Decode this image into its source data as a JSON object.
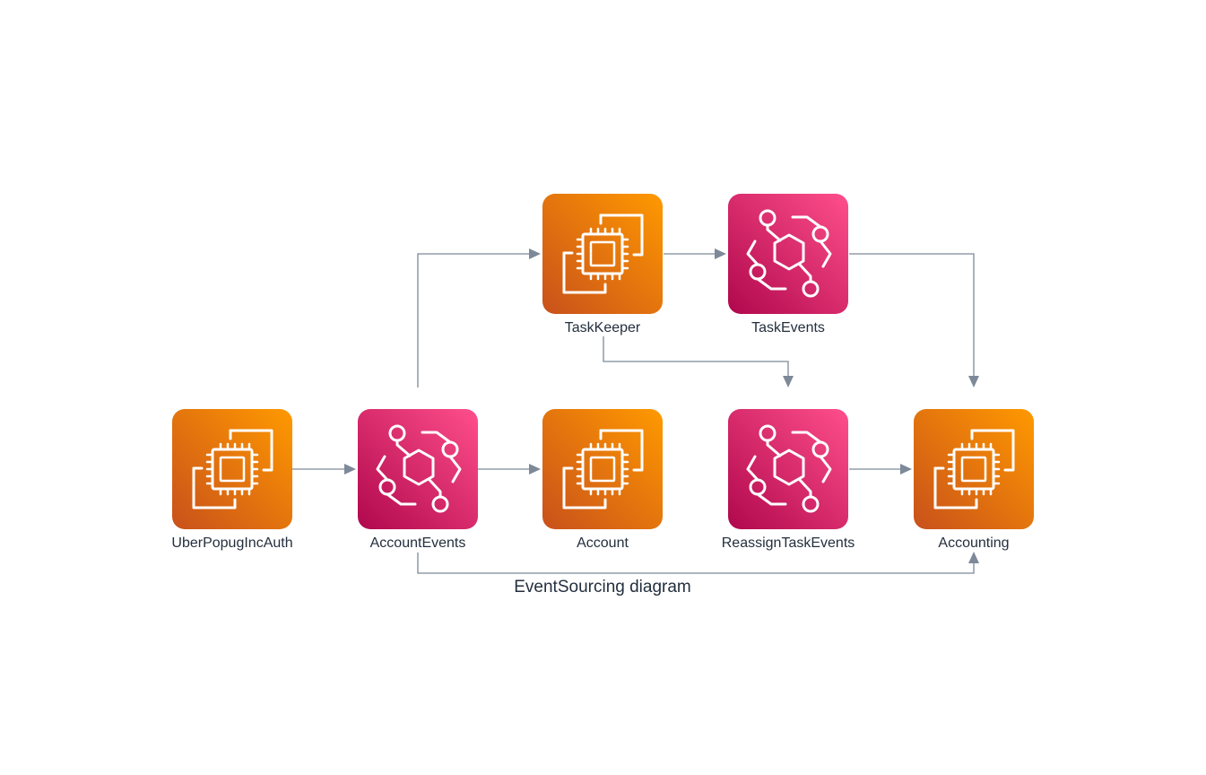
{
  "diagram": {
    "caption": "EventSourcing diagram",
    "colors": {
      "compute_gradient": [
        "#c8511b",
        "#ff9900"
      ],
      "eventbridge_gradient": [
        "#b0084d",
        "#ff4f8b"
      ],
      "edge": "#7d8998",
      "label": "#232f3e"
    },
    "nodes": [
      {
        "id": "uberpopugincauth",
        "label": "UberPopugIncAuth",
        "kind": "compute",
        "icon": "ec2-instance-icon"
      },
      {
        "id": "accountevents",
        "label": "AccountEvents",
        "kind": "eventbridge",
        "icon": "eventbridge-icon"
      },
      {
        "id": "account",
        "label": "Account",
        "kind": "compute",
        "icon": "ec2-instance-icon"
      },
      {
        "id": "reassigntaskevents",
        "label": "ReassignTaskEvents",
        "kind": "eventbridge",
        "icon": "eventbridge-icon"
      },
      {
        "id": "accounting",
        "label": "Accounting",
        "kind": "compute",
        "icon": "ec2-instance-icon"
      },
      {
        "id": "taskkeeper",
        "label": "TaskKeeper",
        "kind": "compute",
        "icon": "ec2-instance-icon"
      },
      {
        "id": "taskevents",
        "label": "TaskEvents",
        "kind": "eventbridge",
        "icon": "eventbridge-icon"
      }
    ],
    "edges": [
      {
        "from": "uberpopugincauth",
        "to": "accountevents"
      },
      {
        "from": "accountevents",
        "to": "account"
      },
      {
        "from": "accountevents",
        "to": "taskkeeper"
      },
      {
        "from": "accountevents",
        "to": "accounting"
      },
      {
        "from": "taskkeeper",
        "to": "taskevents"
      },
      {
        "from": "taskkeeper",
        "to": "reassigntaskevents"
      },
      {
        "from": "taskevents",
        "to": "accounting"
      },
      {
        "from": "reassigntaskevents",
        "to": "accounting"
      }
    ]
  }
}
